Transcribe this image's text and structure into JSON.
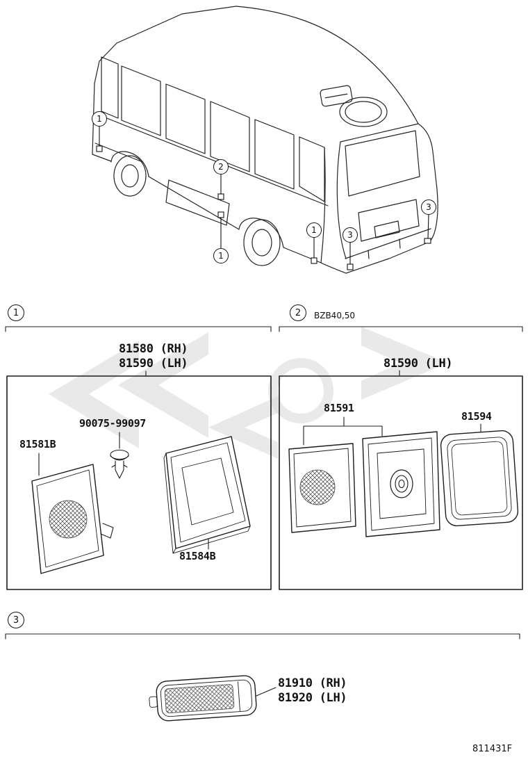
{
  "bus": {
    "callouts": [
      {
        "n": "1"
      },
      {
        "n": "2"
      },
      {
        "n": "1"
      },
      {
        "n": "1"
      },
      {
        "n": "3"
      },
      {
        "n": "3"
      }
    ]
  },
  "section1": {
    "callout": "1",
    "title_rh": "81580 (RH)",
    "title_lh": "81590 (LH)",
    "lens_label": "81581B",
    "clip_label": "90075-99097",
    "bezel_label": "81584B"
  },
  "section2": {
    "callout": "2",
    "note": "BZB40,50",
    "title": "81590 (LH)",
    "lens_label": "81591",
    "gasket_label": "81594"
  },
  "section3": {
    "callout": "3",
    "title_rh": "81910 (RH)",
    "title_lh": "81920 (LH)"
  },
  "footer": {
    "figure_code": "811431F"
  }
}
